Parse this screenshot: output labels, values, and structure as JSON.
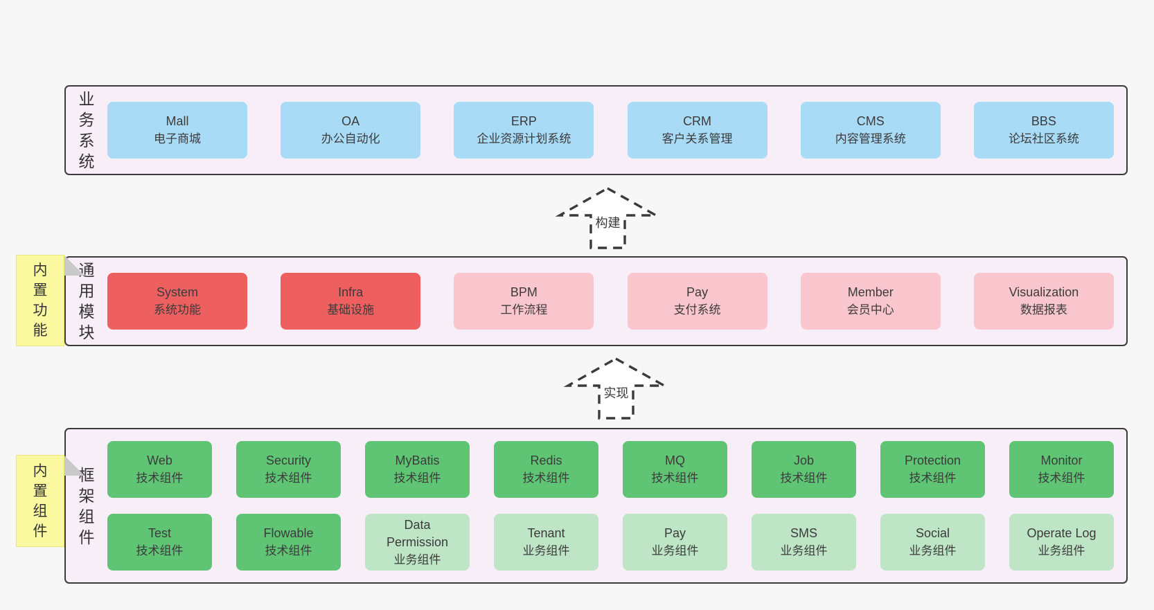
{
  "colors": {
    "page_bg": "#f7f7f7",
    "band_bg": "#f8eef7",
    "band_border": "#3b3b3b",
    "blue": "#a9dbf7",
    "red": "#ee5f5f",
    "pink": "#fac6ce",
    "green_dark": "#5fc473",
    "green_light": "#bee5c5",
    "note_yellow": "#fbf9a0",
    "note_fold": "#c9c9c9",
    "text": "#3b3b3b",
    "arrow_stroke": "#3a3a3a",
    "arrow_fill": "#ffffff"
  },
  "bands": [
    {
      "id": "business-systems",
      "label": "业务系统",
      "note": null,
      "rows": [
        [
          {
            "title": "Mall",
            "subtitle": "电子商城",
            "variant": "blue"
          },
          {
            "title": "OA",
            "subtitle": "办公自动化",
            "variant": "blue"
          },
          {
            "title": "ERP",
            "subtitle": "企业资源计划系统",
            "variant": "blue"
          },
          {
            "title": "CRM",
            "subtitle": "客户关系管理",
            "variant": "blue"
          },
          {
            "title": "CMS",
            "subtitle": "内容管理系统",
            "variant": "blue"
          },
          {
            "title": "BBS",
            "subtitle": "论坛社区系统",
            "variant": "blue"
          }
        ]
      ]
    },
    {
      "id": "common-modules",
      "label": "通用模块",
      "note": "内置功能",
      "rows": [
        [
          {
            "title": "System",
            "subtitle": "系统功能",
            "variant": "red"
          },
          {
            "title": "Infra",
            "subtitle": "基础设施",
            "variant": "red"
          },
          {
            "title": "BPM",
            "subtitle": "工作流程",
            "variant": "pink"
          },
          {
            "title": "Pay",
            "subtitle": "支付系统",
            "variant": "pink"
          },
          {
            "title": "Member",
            "subtitle": "会员中心",
            "variant": "pink"
          },
          {
            "title": "Visualization",
            "subtitle": "数据报表",
            "variant": "pink"
          }
        ]
      ]
    },
    {
      "id": "framework-components",
      "label": "框架组件",
      "note": "内置组件",
      "rows": [
        [
          {
            "title": "Web",
            "subtitle": "技术组件",
            "variant": "green"
          },
          {
            "title": "Security",
            "subtitle": "技术组件",
            "variant": "green"
          },
          {
            "title": "MyBatis",
            "subtitle": "技术组件",
            "variant": "green"
          },
          {
            "title": "Redis",
            "subtitle": "技术组件",
            "variant": "green"
          },
          {
            "title": "MQ",
            "subtitle": "技术组件",
            "variant": "green"
          },
          {
            "title": "Job",
            "subtitle": "技术组件",
            "variant": "green"
          },
          {
            "title": "Protection",
            "subtitle": "技术组件",
            "variant": "green"
          },
          {
            "title": "Monitor",
            "subtitle": "技术组件",
            "variant": "green"
          }
        ],
        [
          {
            "title": "Test",
            "subtitle": "技术组件",
            "variant": "green"
          },
          {
            "title": "Flowable",
            "subtitle": "技术组件",
            "variant": "green"
          },
          {
            "title": "Data Permission",
            "subtitle": "业务组件",
            "variant": "green-light"
          },
          {
            "title": "Tenant",
            "subtitle": "业务组件",
            "variant": "green-light"
          },
          {
            "title": "Pay",
            "subtitle": "业务组件",
            "variant": "green-light"
          },
          {
            "title": "SMS",
            "subtitle": "业务组件",
            "variant": "green-light"
          },
          {
            "title": "Social",
            "subtitle": "业务组件",
            "variant": "green-light"
          },
          {
            "title": "Operate Log",
            "subtitle": "业务组件",
            "variant": "green-light"
          }
        ]
      ]
    }
  ],
  "arrows": [
    {
      "label": "构建"
    },
    {
      "label": "实现"
    }
  ]
}
